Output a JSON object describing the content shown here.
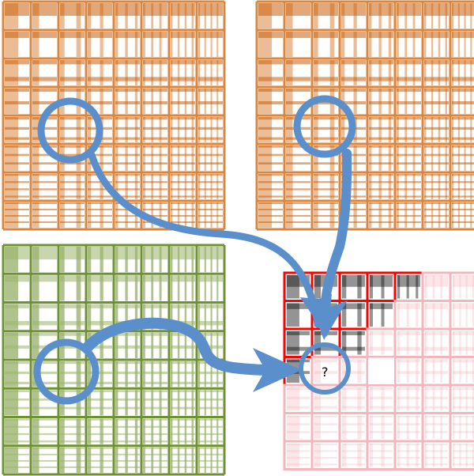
{
  "colors": {
    "basis_orange": "#d9863f",
    "basis_orange_dark": "#c8600e",
    "basis_green": "#6f9131",
    "basis_green_light": "#9bb56b",
    "target_black": "#111111",
    "target_faint": "#f3b6bd",
    "known_outline": "#ff0000",
    "circle_and_arrow": "#5b8fcb"
  },
  "panels": [
    {
      "id": "top-left-basis",
      "color": "basis_orange",
      "grid": 8
    },
    {
      "id": "top-right-basis",
      "color": "basis_orange",
      "grid": 8
    },
    {
      "id": "bottom-left-basis",
      "color": "basis_green",
      "grid": 8
    },
    {
      "id": "target-coefficients",
      "grid": 7,
      "known_staircase": [
        5,
        4,
        3,
        1
      ],
      "missing_cell": [
        1,
        3
      ]
    }
  ],
  "target": {
    "unknown_label": "?"
  },
  "icons": {
    "highlight": "ring-icon",
    "flow": "curved-arrow-icon"
  }
}
